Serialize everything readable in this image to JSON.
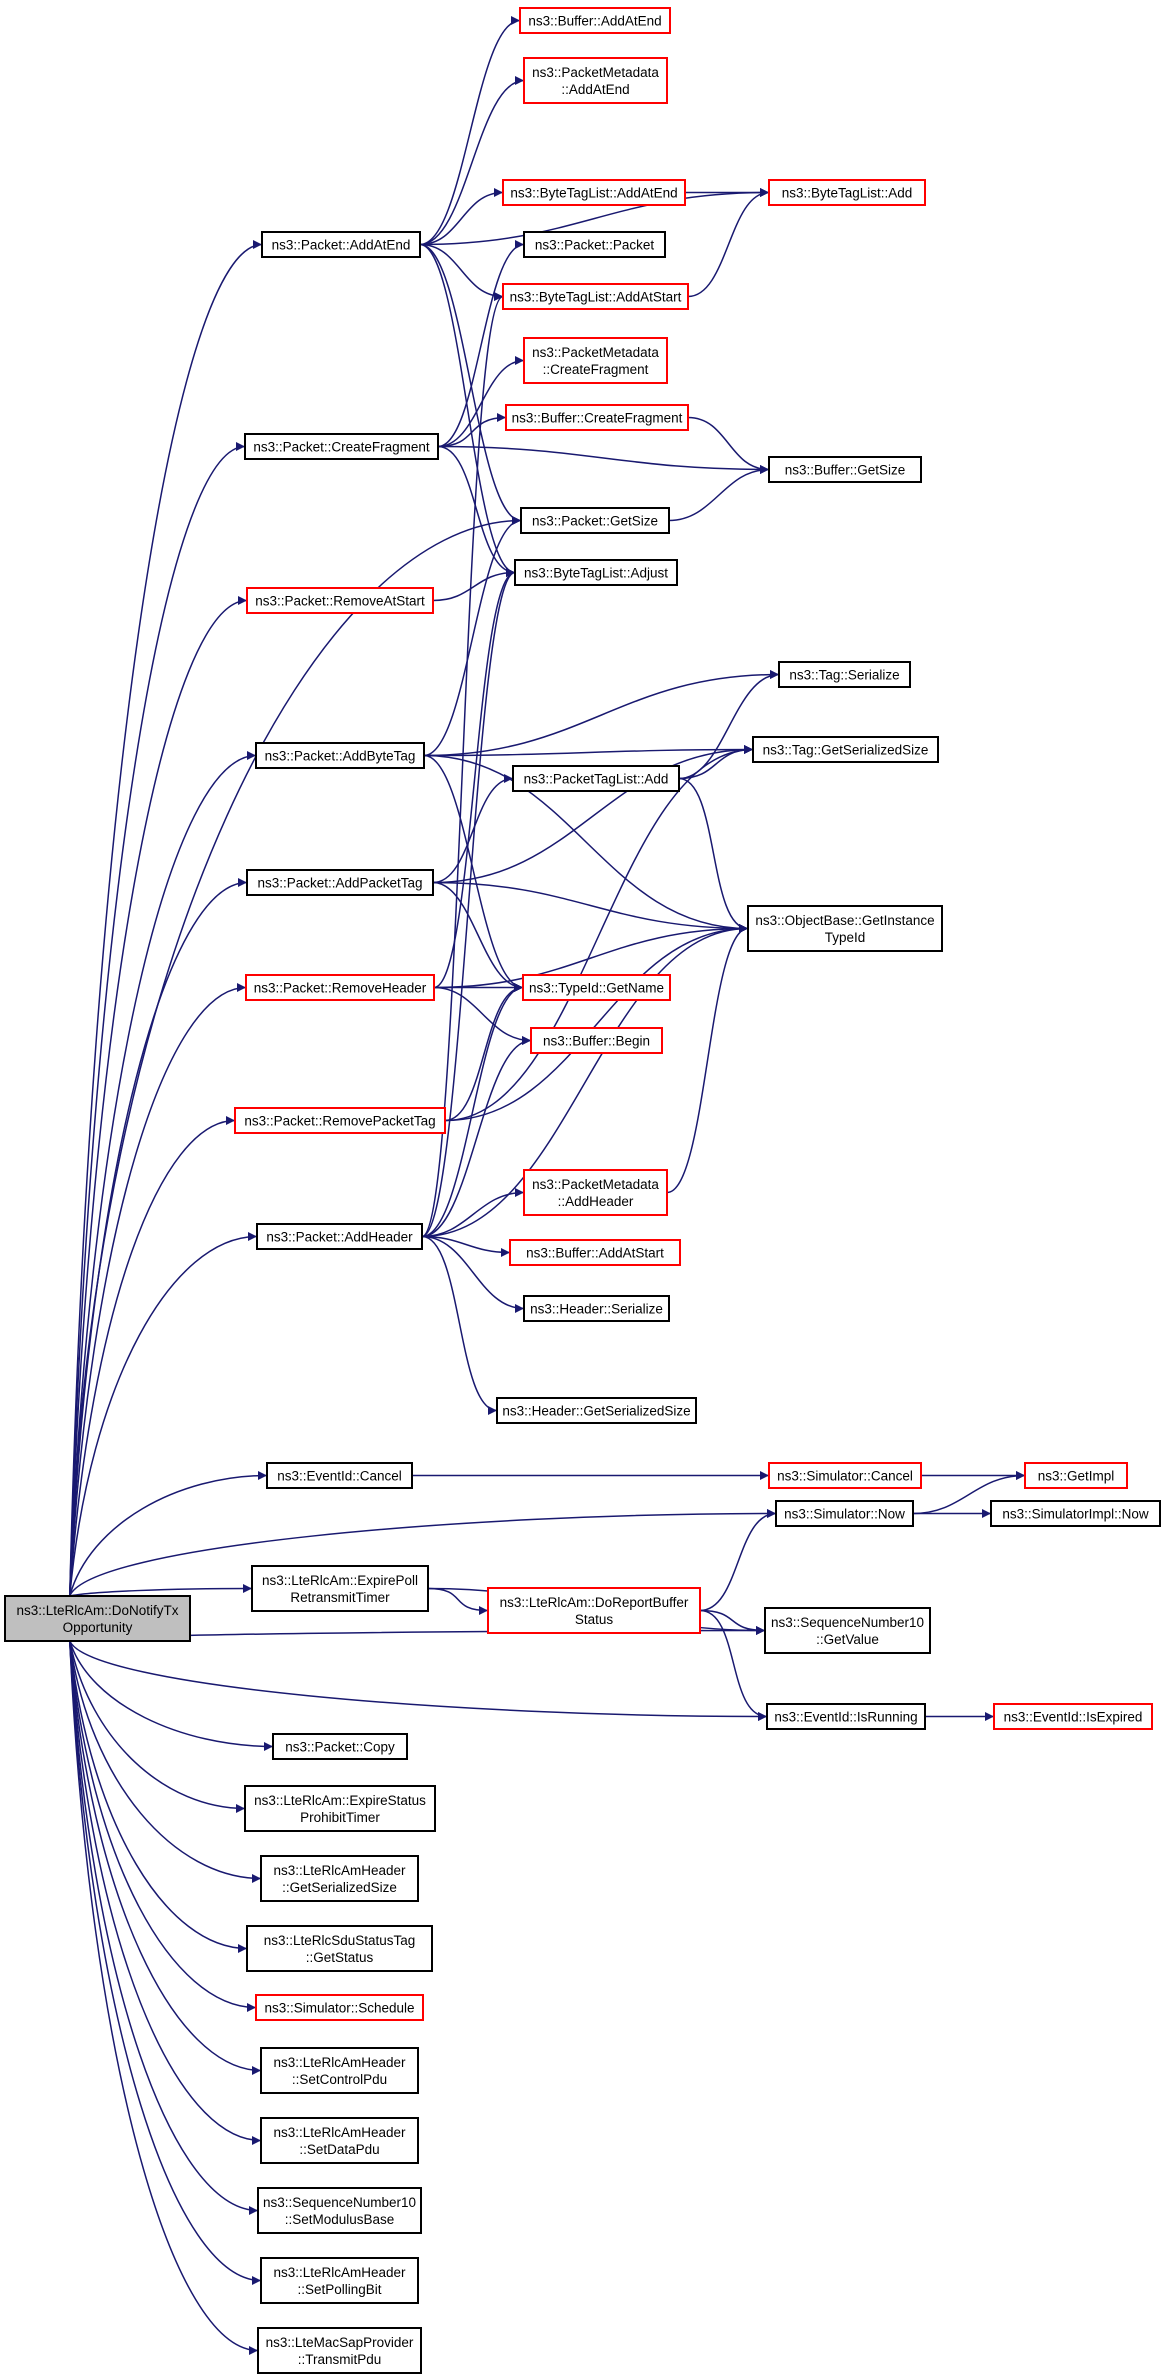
{
  "colors": {
    "edge": "#191970",
    "node_border_normal": "#000000",
    "node_border_external": "#ff0000",
    "node_fill": "#ffffff",
    "root_fill": "#bfbfbf"
  },
  "nodes": [
    {
      "id": "root",
      "lines": [
        "ns3::LteRlcAm::DoNotifyTx",
        "Opportunity"
      ],
      "style": "root"
    },
    {
      "id": "addAtEnd",
      "lines": [
        "ns3::Packet::AddAtEnd"
      ],
      "style": "normal"
    },
    {
      "id": "createFragment",
      "lines": [
        "ns3::Packet::CreateFragment"
      ],
      "style": "normal"
    },
    {
      "id": "removeAtStart",
      "lines": [
        "ns3::Packet::RemoveAtStart"
      ],
      "style": "external"
    },
    {
      "id": "addByteTag",
      "lines": [
        "ns3::Packet::AddByteTag"
      ],
      "style": "normal"
    },
    {
      "id": "addPacketTag",
      "lines": [
        "ns3::Packet::AddPacketTag"
      ],
      "style": "normal"
    },
    {
      "id": "removeHeader",
      "lines": [
        "ns3::Packet::RemoveHeader"
      ],
      "style": "external"
    },
    {
      "id": "removePacketTag",
      "lines": [
        "ns3::Packet::RemovePacketTag"
      ],
      "style": "external"
    },
    {
      "id": "addHeader",
      "lines": [
        "ns3::Packet::AddHeader"
      ],
      "style": "normal"
    },
    {
      "id": "eventCancel",
      "lines": [
        "ns3::EventId::Cancel"
      ],
      "style": "normal"
    },
    {
      "id": "expirePoll",
      "lines": [
        "ns3::LteRlcAm::ExpirePoll",
        "RetransmitTimer"
      ],
      "style": "normal"
    },
    {
      "id": "copy",
      "lines": [
        "ns3::Packet::Copy"
      ],
      "style": "normal"
    },
    {
      "id": "expireStatus",
      "lines": [
        "ns3::LteRlcAm::ExpireStatus",
        "ProhibitTimer"
      ],
      "style": "normal"
    },
    {
      "id": "hdrGetSerSize",
      "lines": [
        "ns3::LteRlcAmHeader",
        "::GetSerializedSize"
      ],
      "style": "normal"
    },
    {
      "id": "sduGetStatus",
      "lines": [
        "ns3::LteRlcSduStatusTag",
        "::GetStatus"
      ],
      "style": "normal"
    },
    {
      "id": "simSchedule",
      "lines": [
        "ns3::Simulator::Schedule"
      ],
      "style": "external"
    },
    {
      "id": "setControlPdu",
      "lines": [
        "ns3::LteRlcAmHeader",
        "::SetControlPdu"
      ],
      "style": "normal"
    },
    {
      "id": "setDataPdu",
      "lines": [
        "ns3::LteRlcAmHeader",
        "::SetDataPdu"
      ],
      "style": "normal"
    },
    {
      "id": "setModulusBase",
      "lines": [
        "ns3::SequenceNumber10",
        "::SetModulusBase"
      ],
      "style": "normal"
    },
    {
      "id": "setPollingBit",
      "lines": [
        "ns3::LteRlcAmHeader",
        "::SetPollingBit"
      ],
      "style": "normal"
    },
    {
      "id": "transmitPdu",
      "lines": [
        "ns3::LteMacSapProvider",
        "::TransmitPdu"
      ],
      "style": "normal"
    },
    {
      "id": "bufAddAtEnd",
      "lines": [
        "ns3::Buffer::AddAtEnd"
      ],
      "style": "external"
    },
    {
      "id": "pmAddAtEnd",
      "lines": [
        "ns3::PacketMetadata",
        "::AddAtEnd"
      ],
      "style": "external"
    },
    {
      "id": "btlAddAtEnd",
      "lines": [
        "ns3::ByteTagList::AddAtEnd"
      ],
      "style": "external"
    },
    {
      "id": "packetCtor",
      "lines": [
        "ns3::Packet::Packet"
      ],
      "style": "normal"
    },
    {
      "id": "btlAddAtStart",
      "lines": [
        "ns3::ByteTagList::AddAtStart"
      ],
      "style": "external"
    },
    {
      "id": "pmCreateFragment",
      "lines": [
        "ns3::PacketMetadata",
        "::CreateFragment"
      ],
      "style": "external"
    },
    {
      "id": "bufCreateFragment",
      "lines": [
        "ns3::Buffer::CreateFragment"
      ],
      "style": "external"
    },
    {
      "id": "packetGetSize",
      "lines": [
        "ns3::Packet::GetSize"
      ],
      "style": "normal"
    },
    {
      "id": "btlAdjust",
      "lines": [
        "ns3::ByteTagList::Adjust"
      ],
      "style": "normal"
    },
    {
      "id": "ptlAdd",
      "lines": [
        "ns3::PacketTagList::Add"
      ],
      "style": "normal"
    },
    {
      "id": "typeIdGetName",
      "lines": [
        "ns3::TypeId::GetName"
      ],
      "style": "external"
    },
    {
      "id": "bufBegin",
      "lines": [
        "ns3::Buffer::Begin"
      ],
      "style": "external"
    },
    {
      "id": "pmAddHeader",
      "lines": [
        "ns3::PacketMetadata",
        "::AddHeader"
      ],
      "style": "external"
    },
    {
      "id": "bufAddAtStart",
      "lines": [
        "ns3::Buffer::AddAtStart"
      ],
      "style": "external"
    },
    {
      "id": "headerSerialize",
      "lines": [
        "ns3::Header::Serialize"
      ],
      "style": "normal"
    },
    {
      "id": "headerGetSerSize",
      "lines": [
        "ns3::Header::GetSerializedSize"
      ],
      "style": "normal"
    },
    {
      "id": "simCancel",
      "lines": [
        "ns3::Simulator::Cancel"
      ],
      "style": "external"
    },
    {
      "id": "simNow",
      "lines": [
        "ns3::Simulator::Now"
      ],
      "style": "normal"
    },
    {
      "id": "doReportBuffer",
      "lines": [
        "ns3::LteRlcAm::DoReportBuffer",
        "Status"
      ],
      "style": "external"
    },
    {
      "id": "seqGetValue",
      "lines": [
        "ns3::SequenceNumber10",
        "::GetValue"
      ],
      "style": "normal"
    },
    {
      "id": "eventIsRunning",
      "lines": [
        "ns3::EventId::IsRunning"
      ],
      "style": "normal"
    },
    {
      "id": "btlAdd",
      "lines": [
        "ns3::ByteTagList::Add"
      ],
      "style": "external"
    },
    {
      "id": "bufGetSize",
      "lines": [
        "ns3::Buffer::GetSize"
      ],
      "style": "normal"
    },
    {
      "id": "tagSerialize",
      "lines": [
        "ns3::Tag::Serialize"
      ],
      "style": "normal"
    },
    {
      "id": "tagGetSerSize",
      "lines": [
        "ns3::Tag::GetSerializedSize"
      ],
      "style": "normal"
    },
    {
      "id": "objGetInstanceTypeId",
      "lines": [
        "ns3::ObjectBase::GetInstance",
        "TypeId"
      ],
      "style": "normal"
    },
    {
      "id": "getImpl",
      "lines": [
        "ns3::GetImpl"
      ],
      "style": "external"
    },
    {
      "id": "simImplNow",
      "lines": [
        "ns3::SimulatorImpl::Now"
      ],
      "style": "normal"
    },
    {
      "id": "eventIsExpired",
      "lines": [
        "ns3::EventId::IsExpired"
      ],
      "style": "external"
    }
  ],
  "edges": [
    [
      "root",
      "addAtEnd"
    ],
    [
      "root",
      "createFragment"
    ],
    [
      "root",
      "removeAtStart"
    ],
    [
      "root",
      "addByteTag"
    ],
    [
      "root",
      "addPacketTag"
    ],
    [
      "root",
      "removeHeader"
    ],
    [
      "root",
      "removePacketTag"
    ],
    [
      "root",
      "addHeader"
    ],
    [
      "root",
      "eventCancel"
    ],
    [
      "root",
      "simNow"
    ],
    [
      "root",
      "expirePoll"
    ],
    [
      "root",
      "seqGetValue"
    ],
    [
      "root",
      "eventIsRunning"
    ],
    [
      "root",
      "copy"
    ],
    [
      "root",
      "expireStatus"
    ],
    [
      "root",
      "hdrGetSerSize"
    ],
    [
      "root",
      "sduGetStatus"
    ],
    [
      "root",
      "simSchedule"
    ],
    [
      "root",
      "setControlPdu"
    ],
    [
      "root",
      "setDataPdu"
    ],
    [
      "root",
      "setModulusBase"
    ],
    [
      "root",
      "setPollingBit"
    ],
    [
      "root",
      "transmitPdu"
    ],
    [
      "root",
      "packetGetSize"
    ],
    [
      "addAtEnd",
      "bufAddAtEnd"
    ],
    [
      "addAtEnd",
      "pmAddAtEnd"
    ],
    [
      "addAtEnd",
      "btlAdd"
    ],
    [
      "addAtEnd",
      "btlAddAtEnd"
    ],
    [
      "addAtEnd",
      "btlAddAtStart"
    ],
    [
      "addAtEnd",
      "packetGetSize"
    ],
    [
      "addAtEnd",
      "btlAdjust"
    ],
    [
      "btlAddAtEnd",
      "btlAdd"
    ],
    [
      "btlAddAtStart",
      "btlAdd"
    ],
    [
      "createFragment",
      "packetCtor"
    ],
    [
      "createFragment",
      "pmCreateFragment"
    ],
    [
      "createFragment",
      "bufCreateFragment"
    ],
    [
      "createFragment",
      "bufGetSize"
    ],
    [
      "createFragment",
      "btlAdjust"
    ],
    [
      "bufCreateFragment",
      "bufGetSize"
    ],
    [
      "packetGetSize",
      "bufGetSize"
    ],
    [
      "removeAtStart",
      "btlAdjust"
    ],
    [
      "addByteTag",
      "packetGetSize"
    ],
    [
      "addByteTag",
      "tagSerialize"
    ],
    [
      "addByteTag",
      "tagGetSerSize"
    ],
    [
      "addByteTag",
      "objGetInstanceTypeId"
    ],
    [
      "addByteTag",
      "typeIdGetName"
    ],
    [
      "addPacketTag",
      "ptlAdd"
    ],
    [
      "addPacketTag",
      "tagGetSerSize"
    ],
    [
      "addPacketTag",
      "objGetInstanceTypeId"
    ],
    [
      "addPacketTag",
      "typeIdGetName"
    ],
    [
      "ptlAdd",
      "tagSerialize"
    ],
    [
      "ptlAdd",
      "tagGetSerSize"
    ],
    [
      "ptlAdd",
      "objGetInstanceTypeId"
    ],
    [
      "removeHeader",
      "btlAdjust"
    ],
    [
      "removeHeader",
      "typeIdGetName"
    ],
    [
      "removeHeader",
      "objGetInstanceTypeId"
    ],
    [
      "removeHeader",
      "bufBegin"
    ],
    [
      "removePacketTag",
      "typeIdGetName"
    ],
    [
      "removePacketTag",
      "tagGetSerSize"
    ],
    [
      "removePacketTag",
      "objGetInstanceTypeId"
    ],
    [
      "addHeader",
      "btlAdjust"
    ],
    [
      "addHeader",
      "btlAddAtStart"
    ],
    [
      "addHeader",
      "typeIdGetName"
    ],
    [
      "addHeader",
      "bufBegin"
    ],
    [
      "addHeader",
      "pmAddHeader"
    ],
    [
      "addHeader",
      "bufAddAtStart"
    ],
    [
      "addHeader",
      "headerSerialize"
    ],
    [
      "addHeader",
      "headerGetSerSize"
    ],
    [
      "addHeader",
      "objGetInstanceTypeId"
    ],
    [
      "pmAddHeader",
      "objGetInstanceTypeId"
    ],
    [
      "eventCancel",
      "simCancel"
    ],
    [
      "simCancel",
      "getImpl"
    ],
    [
      "simNow",
      "getImpl"
    ],
    [
      "simNow",
      "simImplNow"
    ],
    [
      "expirePoll",
      "doReportBuffer"
    ],
    [
      "expirePoll",
      "seqGetValue"
    ],
    [
      "doReportBuffer",
      "simNow"
    ],
    [
      "doReportBuffer",
      "seqGetValue"
    ],
    [
      "doReportBuffer",
      "eventIsRunning"
    ],
    [
      "eventIsRunning",
      "eventIsExpired"
    ]
  ]
}
